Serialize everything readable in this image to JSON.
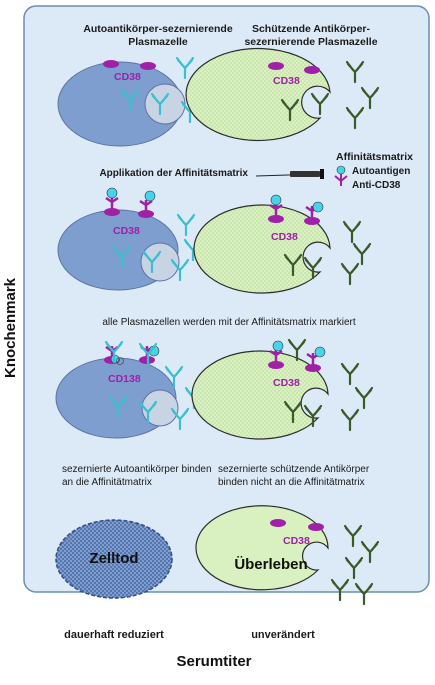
{
  "header": {
    "left": [
      "Autoantikörper-sezernierende",
      "Plasmazelle"
    ],
    "right": [
      "Schützende Antikörper-",
      "sezernierende Plasmazelle"
    ]
  },
  "markers": {
    "row1_left": "CD38",
    "row1_right": "CD38",
    "row2_left": "CD38",
    "row2_right": "CD38",
    "row3_left": "CD138",
    "row3_right": "CD38",
    "row4_right": "CD38"
  },
  "application": {
    "label": "Applikation der Affinitätsmatrix"
  },
  "legend": {
    "title": "Affinitätsmatrix",
    "autoantigen": "Autoantigen",
    "anti_cd38": "Anti-CD38"
  },
  "captions": {
    "row2": "alle Plasmazellen werden mit der Affinitätsmatrix markiert",
    "row3_left": [
      "sezernierte Autoantikörper binden",
      "an die Affinitätmatrix"
    ],
    "row3_right": [
      "sezernierte schützende Antikörper",
      "binden nicht an die Affinitätmatrix"
    ]
  },
  "outcomes": {
    "death": "Zelltod",
    "survival": "Überleben"
  },
  "side_label": "Knochenmark",
  "titer": {
    "left": "dauerhaft reduziert",
    "right": "unverändert",
    "title": "Serumtiter"
  },
  "colors": {
    "panel_bg": "#dce9f6",
    "panel_border": "#6d8db3",
    "blue_cell": "#7f9ed0",
    "green_cell": "#d9f0c0",
    "magenta": "#a020a8",
    "cyan_antibody": "#38c0d0",
    "dark_green_antibody": "#3a5a2a",
    "autoantigen": "#45d5ea"
  }
}
